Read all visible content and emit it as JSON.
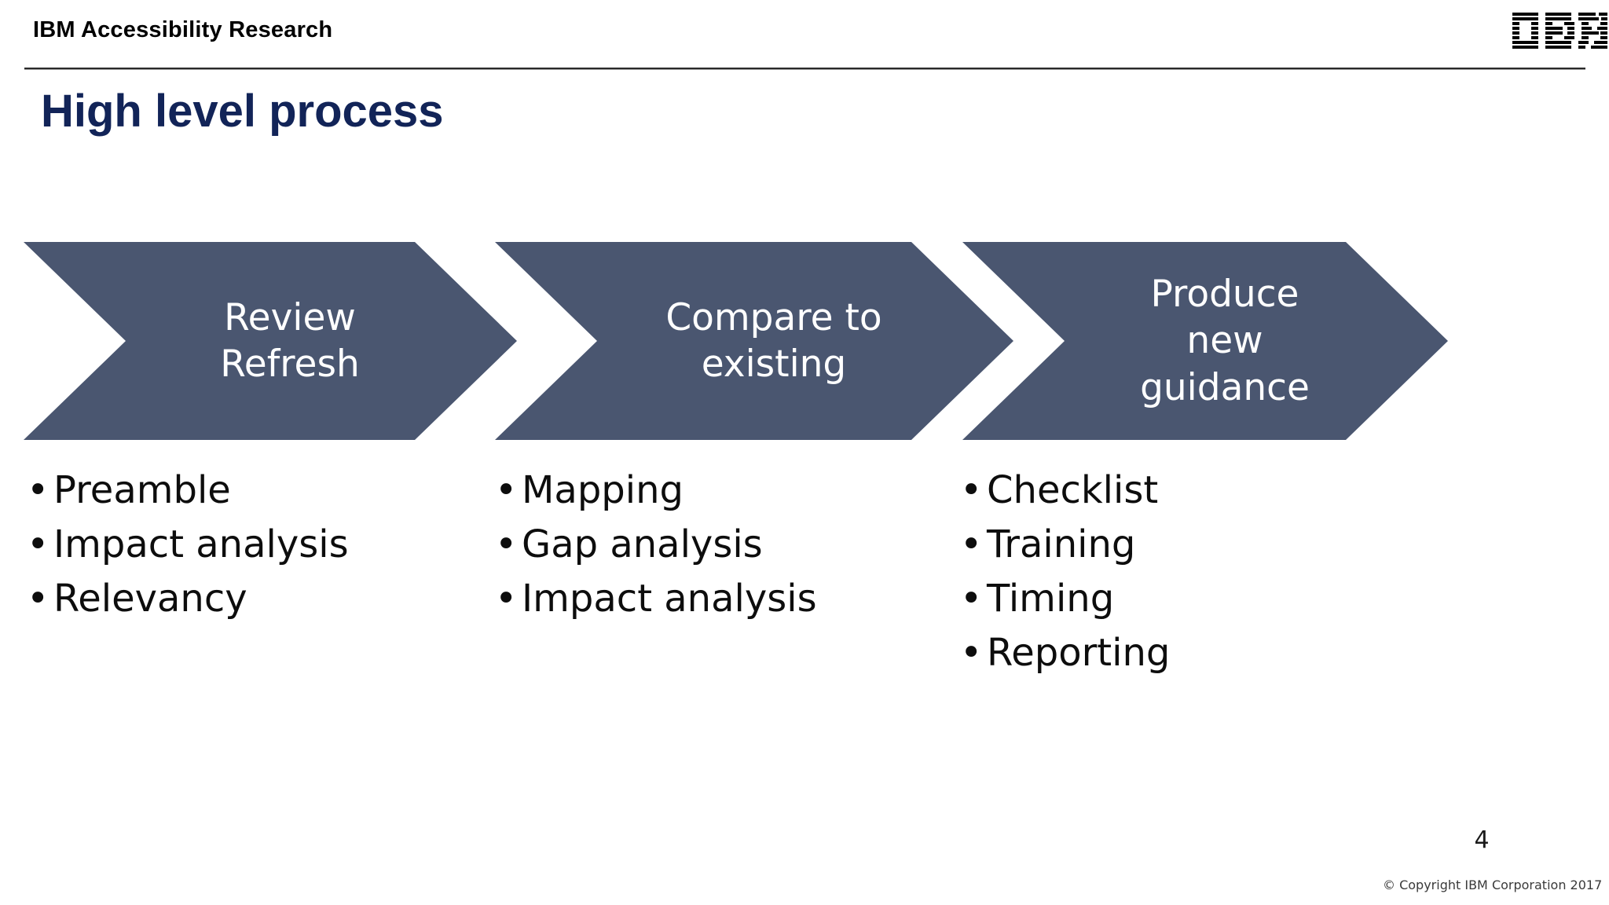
{
  "header": {
    "title": "IBM Accessibility Research",
    "logo_alt": "IBM",
    "rule_color": "#2a2a2a"
  },
  "title": {
    "text": "High level process",
    "color": "#122458"
  },
  "process": {
    "accent_color": "#4a5670",
    "steps": [
      {
        "id": "review-refresh",
        "label": "Review\nRefresh",
        "bullets": [
          "Preamble",
          "Impact analysis",
          "Relevancy"
        ]
      },
      {
        "id": "compare-to-existing",
        "label": "Compare to\nexisting",
        "bullets": [
          "Mapping",
          "Gap analysis",
          "Impact analysis"
        ]
      },
      {
        "id": "produce-new-guidance",
        "label": "Produce\nnew\nguidance",
        "bullets": [
          "Checklist",
          "Training",
          "Timing",
          "Reporting"
        ]
      }
    ],
    "bullet_glyph": "•"
  },
  "footer": {
    "page_number": "4",
    "copyright": "© Copyright IBM Corporation 2017"
  }
}
